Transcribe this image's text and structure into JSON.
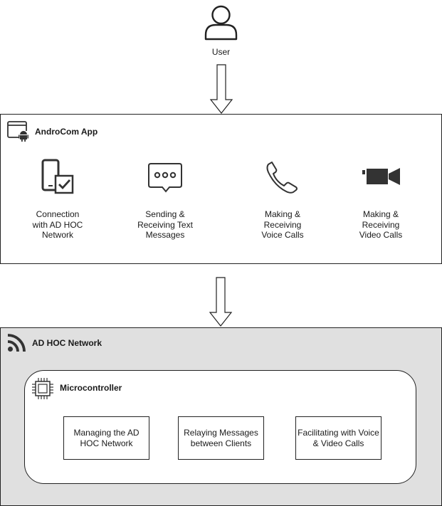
{
  "user": {
    "label": "User"
  },
  "app": {
    "title": "AndroCom App",
    "features": [
      {
        "icon": "phone-check-icon",
        "label": "Connection\nwith AD HOC\nNetwork"
      },
      {
        "icon": "chat-bubble-icon",
        "label": "Sending &\nReceiving Text\nMessages"
      },
      {
        "icon": "phone-handset-icon",
        "label": "Making &\nReceiving\nVoice Calls"
      },
      {
        "icon": "video-camera-icon",
        "label": "Making &\nReceiving\nVideo Calls"
      }
    ]
  },
  "network": {
    "title": "AD HOC Network",
    "microcontroller": {
      "title": "Microcontroller",
      "tasks": [
        {
          "label": "Managing the AD\nHOC Network"
        },
        {
          "label": "Relaying Messages\nbetween Clients"
        },
        {
          "label": "Facilitating with Voice\n& Video Calls"
        }
      ]
    }
  },
  "colors": {
    "network_fill": "#e0e0e0",
    "stroke": "#222222"
  }
}
